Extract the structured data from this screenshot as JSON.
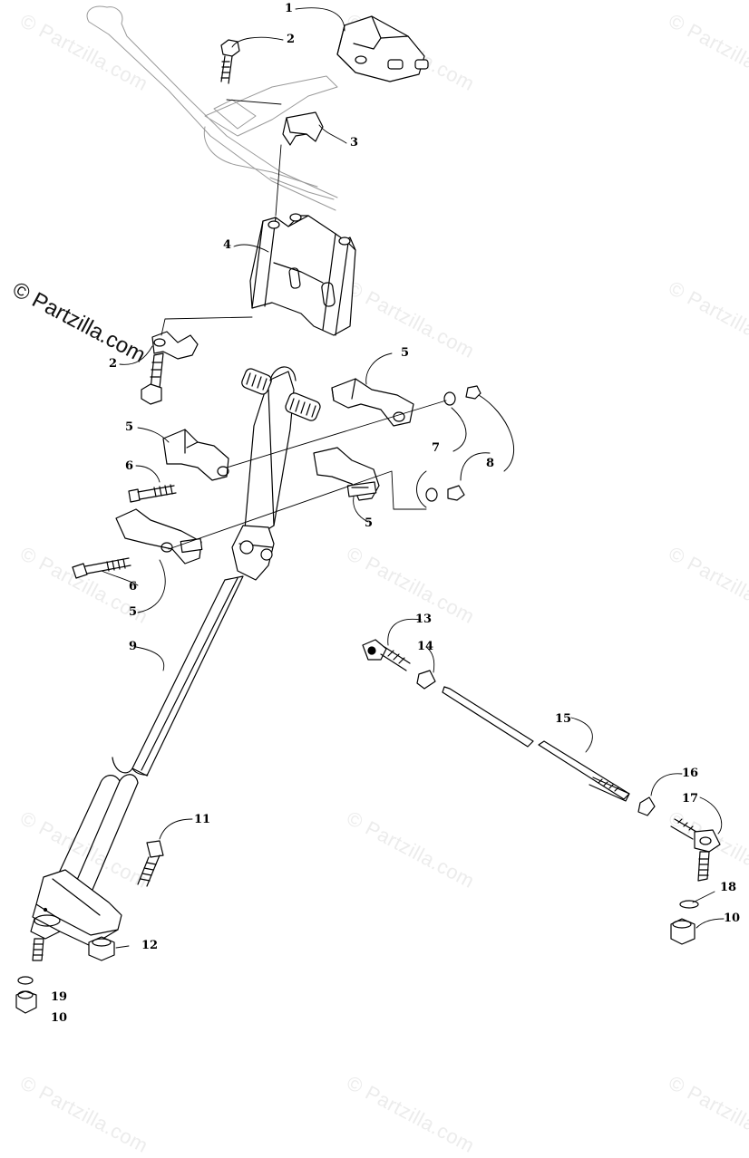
{
  "watermark_text": "© Partzilla.com",
  "copyright_text": "© Partzilla.com",
  "callouts": [
    "1",
    "2",
    "3",
    "4",
    "2",
    "5",
    "5",
    "6",
    "7",
    "8",
    "5",
    "6",
    "5",
    "9",
    "11",
    "12",
    "19",
    "10",
    "13",
    "14",
    "15",
    "16",
    "17",
    "18",
    "10"
  ],
  "colors": {
    "ink": "#000000",
    "watermark": "#ececec",
    "ghost": "#9a9a9a"
  }
}
